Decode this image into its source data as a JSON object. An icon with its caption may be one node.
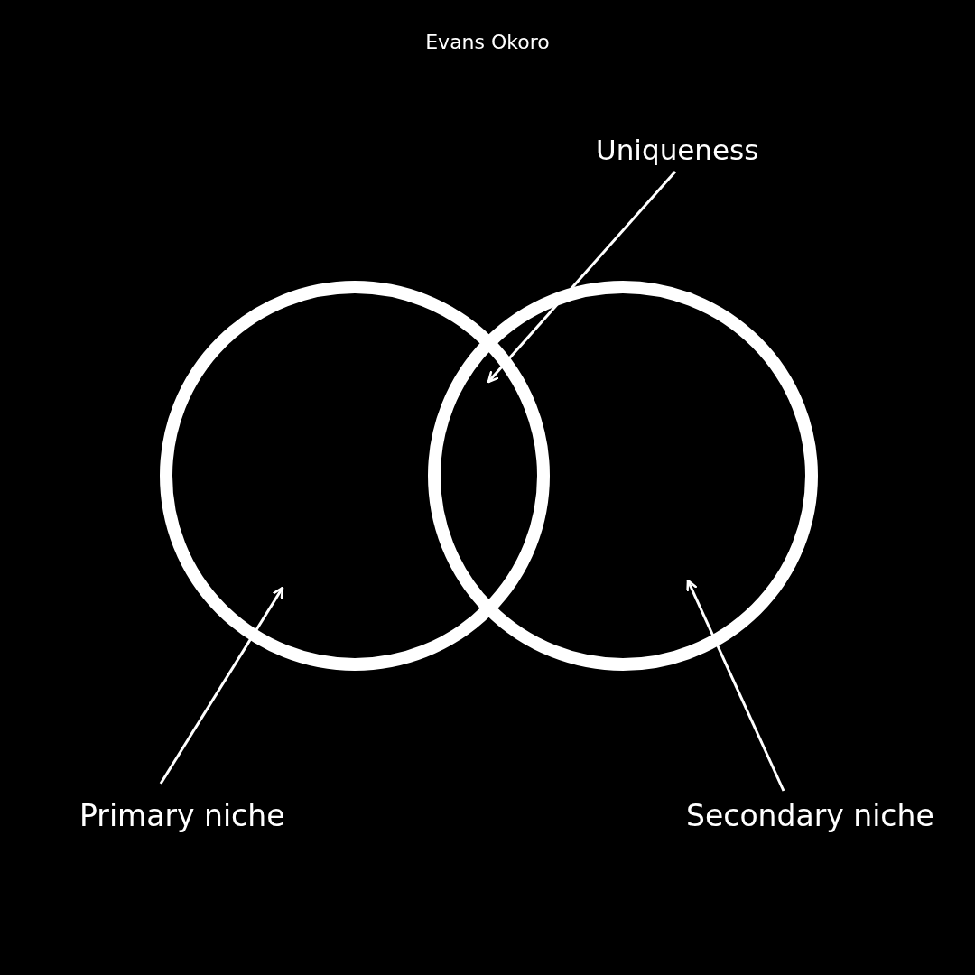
{
  "diagram": {
    "nodes": [
      {
        "text": [
          "Uniqueness"
        ]
      },
      {
        "text": [
          "Primary niche"
        ]
      },
      {
        "text": [
          "Secondary niche"
        ]
      },
      {
        "text": [],
        "shape": "circle"
      },
      {
        "text": [],
        "shape": "circle"
      }
    ],
    "edges": [
      {
        "from": 0,
        "to": 3,
        "arrow": "to"
      },
      {
        "from": 1,
        "to": 3,
        "arrow": "to"
      },
      {
        "from": 2,
        "to": 4,
        "arrow": "to"
      }
    ],
    "labels": [
      "Evans Okoro"
    ]
  }
}
